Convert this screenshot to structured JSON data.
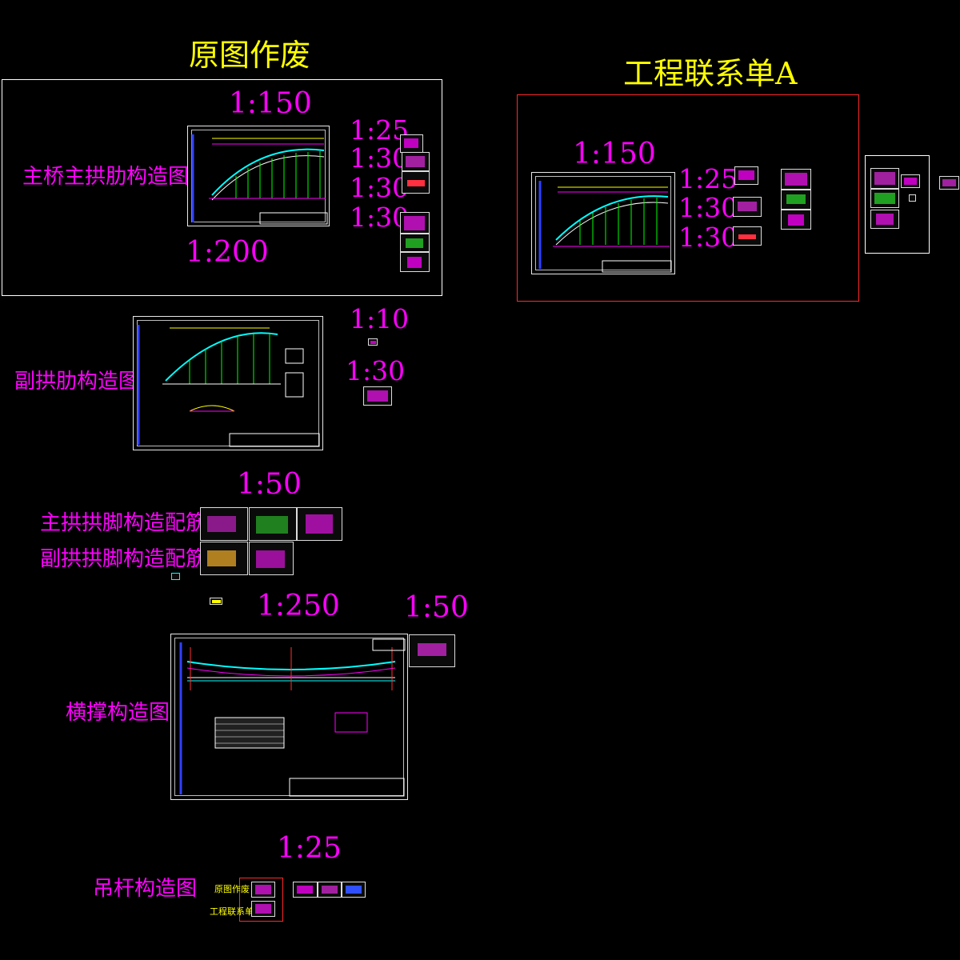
{
  "sections": {
    "original_void": {
      "title": "原图作废"
    },
    "contact_sheet": {
      "title": "工程联系单A"
    }
  },
  "labels": {
    "main_rib": "主桥主拱肋构造图",
    "sub_rib": "副拱肋构造图",
    "main_foot": "主拱拱脚构造配筋图",
    "sub_foot": "副拱拱脚构造配筋图",
    "brace": "横撑构造图",
    "hanger": "吊杆构造图"
  },
  "scales": {
    "s1": "1:150",
    "s2": "1:25",
    "s3": "1:30",
    "s4": "1:30",
    "s5": "1:30",
    "s6": "1:200",
    "s7": "1:10",
    "s8": "1:30",
    "s9": "1:50",
    "s10": "1:250",
    "s11": "1:50",
    "s12": "1:25",
    "r1": "1:150",
    "r2": "1:25",
    "r3": "1:30",
    "r4": "1:30"
  },
  "hanger_notes": {
    "n1": "原图作废",
    "n2": "工程联系单A"
  },
  "colors": {
    "background": "#000000",
    "title": "#ffff00",
    "annotation": "#ff00ff",
    "frame": "#ffffff",
    "contact_frame": "#ff2a2a",
    "arch": "#00ffff",
    "verticals": "#00ff00"
  }
}
